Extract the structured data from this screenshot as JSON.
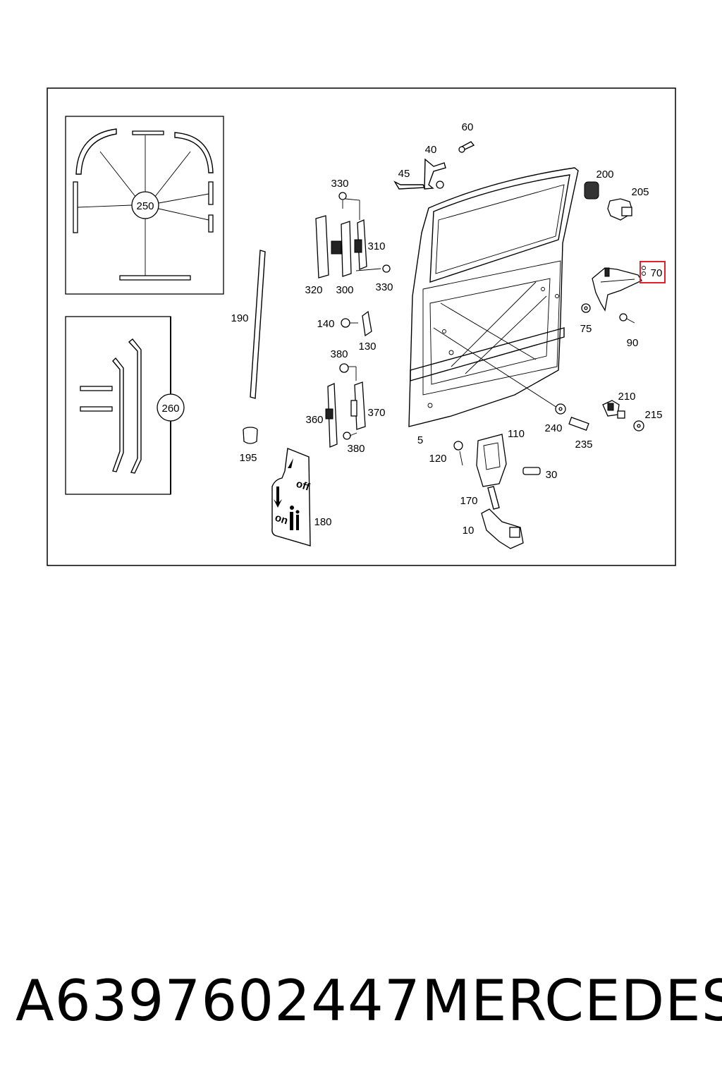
{
  "callouts": {
    "c60": "60",
    "c40": "40",
    "c45": "45",
    "c200": "200",
    "c205": "205",
    "c330a": "330",
    "c310": "310",
    "c320": "320",
    "c300": "300",
    "c330b": "330",
    "c70": "70",
    "c75": "75",
    "c90": "90",
    "c190": "190",
    "c140": "140",
    "c130": "130",
    "c380a": "380",
    "c370": "370",
    "c360": "360",
    "c380b": "380",
    "c210": "210",
    "c215": "215",
    "c240": "240",
    "c235": "235",
    "c5": "5",
    "c110": "110",
    "c120": "120",
    "c30": "30",
    "c170": "170",
    "c10": "10",
    "c195": "195",
    "c180": "180",
    "c250": "250",
    "c260": "260"
  },
  "sticker": {
    "off": "off",
    "on": "on"
  },
  "highlight": {
    "color": "#e0212b",
    "target": "70"
  },
  "caption": {
    "part_number": "A6397602447",
    "brand": "MERCEDES"
  }
}
